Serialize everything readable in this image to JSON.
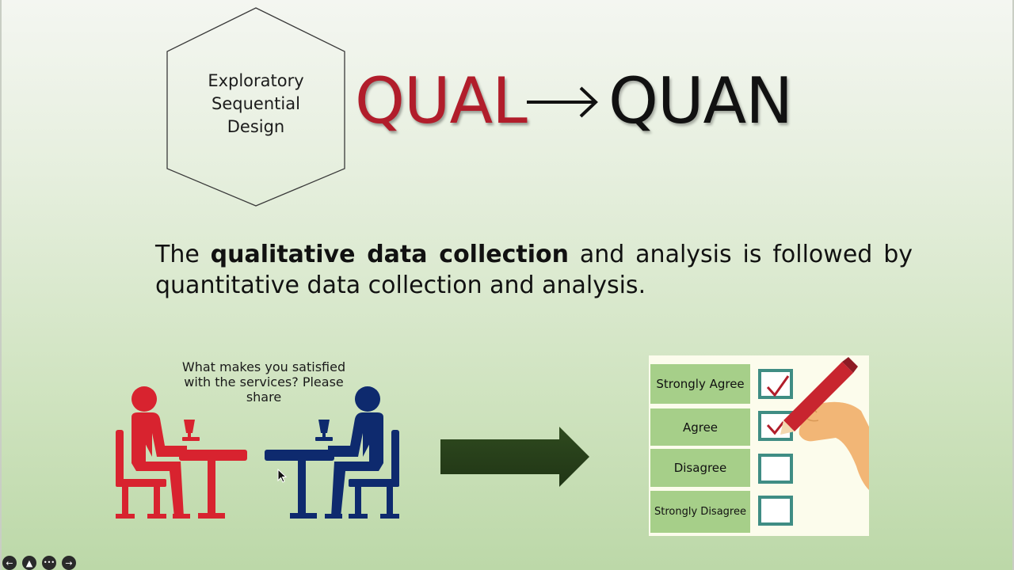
{
  "hexagon": {
    "lines": [
      "Exploratory",
      "Sequential",
      "Design"
    ]
  },
  "formula": {
    "left": "QUAL",
    "right": "QUAN",
    "qual_color": "#b11d2b"
  },
  "statement": {
    "prefix": "The ",
    "bold": "qualitative data collection",
    "suffix": " and analysis is followed by quantitative data collection and analysis."
  },
  "interview": {
    "question": "What makes you satisfied with the services? Please share",
    "person_left_color": "#d8232f",
    "person_right_color": "#0e2a6e"
  },
  "arrow_color": "#2f4a1f",
  "survey": {
    "options": [
      "Strongly Agree",
      "Agree",
      "Disagree",
      "Strongly Disagree"
    ],
    "checked": [
      true,
      true,
      false,
      false
    ],
    "option_color": "#a6cf89",
    "box_color": "#3f8d84"
  },
  "nav": {
    "icons": [
      "prev-icon",
      "pointer-icon",
      "more-icon",
      "next-icon"
    ],
    "glyphs": [
      "←",
      "▲",
      "•••",
      "→"
    ]
  }
}
